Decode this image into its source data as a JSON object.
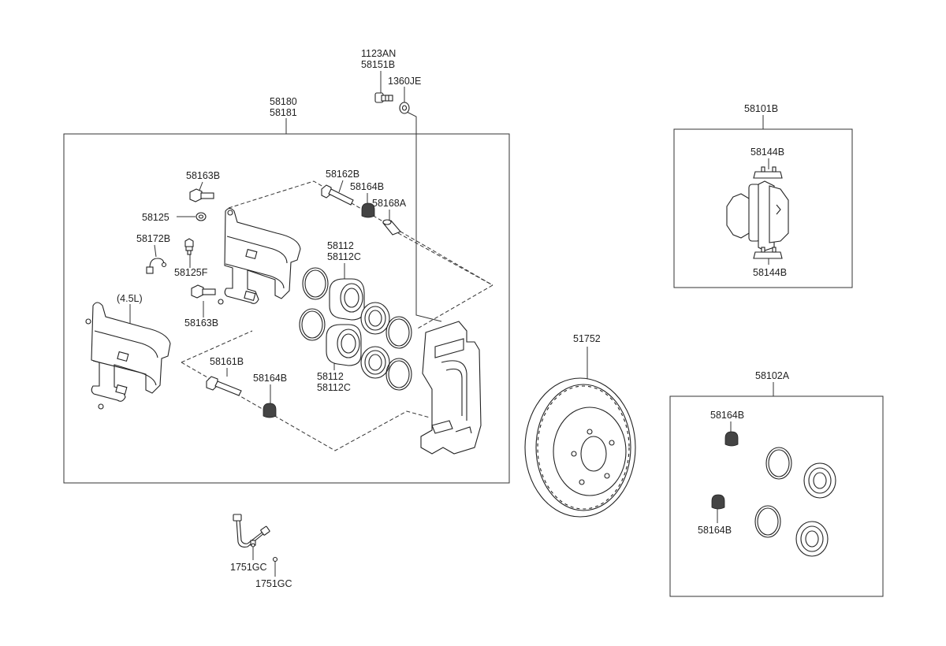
{
  "diagram": {
    "labels": {
      "l_1123AN": "1123AN",
      "l_58151B": "58151B",
      "l_1360JE": "1360JE",
      "l_58180": "58180",
      "l_58181": "58181",
      "l_58163B_top": "58163B",
      "l_58125": "58125",
      "l_58172B": "58172B",
      "l_58125F": "58125F",
      "l_58163B_mid": "58163B",
      "l_45L": "(4.5L)",
      "l_58162B": "58162B",
      "l_58164B_top": "58164B",
      "l_58168A": "58168A",
      "l_58112_top": "58112",
      "l_58112C_top": "58112C",
      "l_58112_bot": "58112",
      "l_58112C_bot": "58112C",
      "l_58161B": "58161B",
      "l_58164B_mid": "58164B",
      "l_1751GC_a": "1751GC",
      "l_1751GC_b": "1751GC",
      "l_51752": "51752",
      "l_58101B": "58101B",
      "l_58144B_top": "58144B",
      "l_58144B_bot": "58144B",
      "l_58102A": "58102A",
      "l_58164B_kit_top": "58164B",
      "l_58164B_kit_bot": "58164B"
    }
  }
}
